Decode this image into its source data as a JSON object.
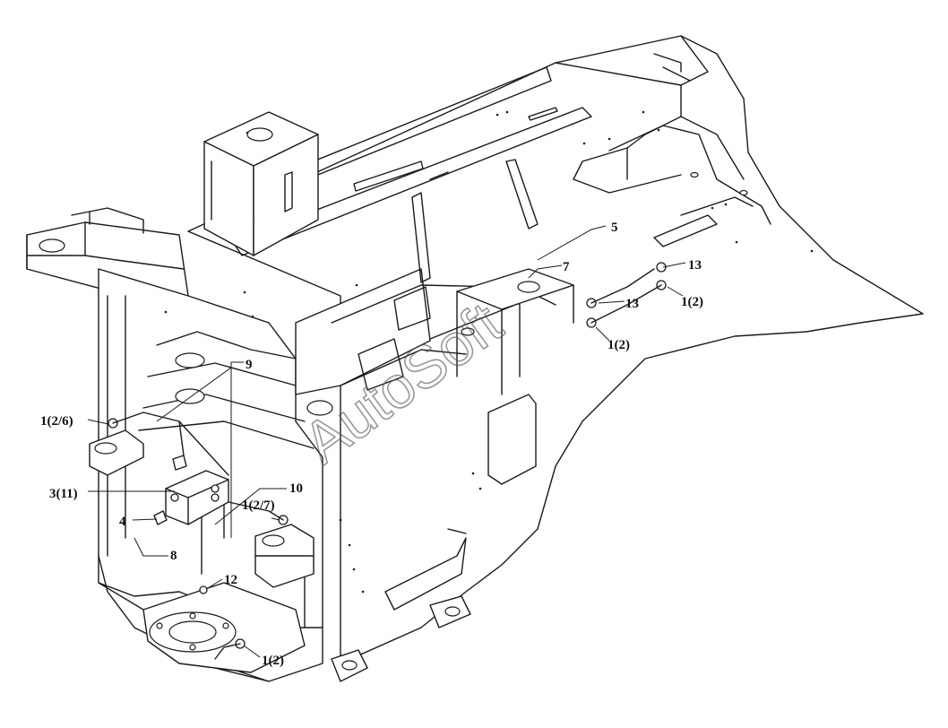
{
  "watermark": "AutoSoft",
  "labels": {
    "l5": "5",
    "l7": "7",
    "l13a": "13",
    "l13b": "13",
    "l1_2a": "1(2)",
    "l1_2b": "1(2)",
    "l1_2c": "1(2)",
    "l9": "9",
    "l1_2_6": "1(2/6)",
    "l3_11": "3(11)",
    "l4": "4",
    "l10": "10",
    "l1_2_7": "1(2/7)",
    "l8": "8",
    "l12": "12"
  }
}
